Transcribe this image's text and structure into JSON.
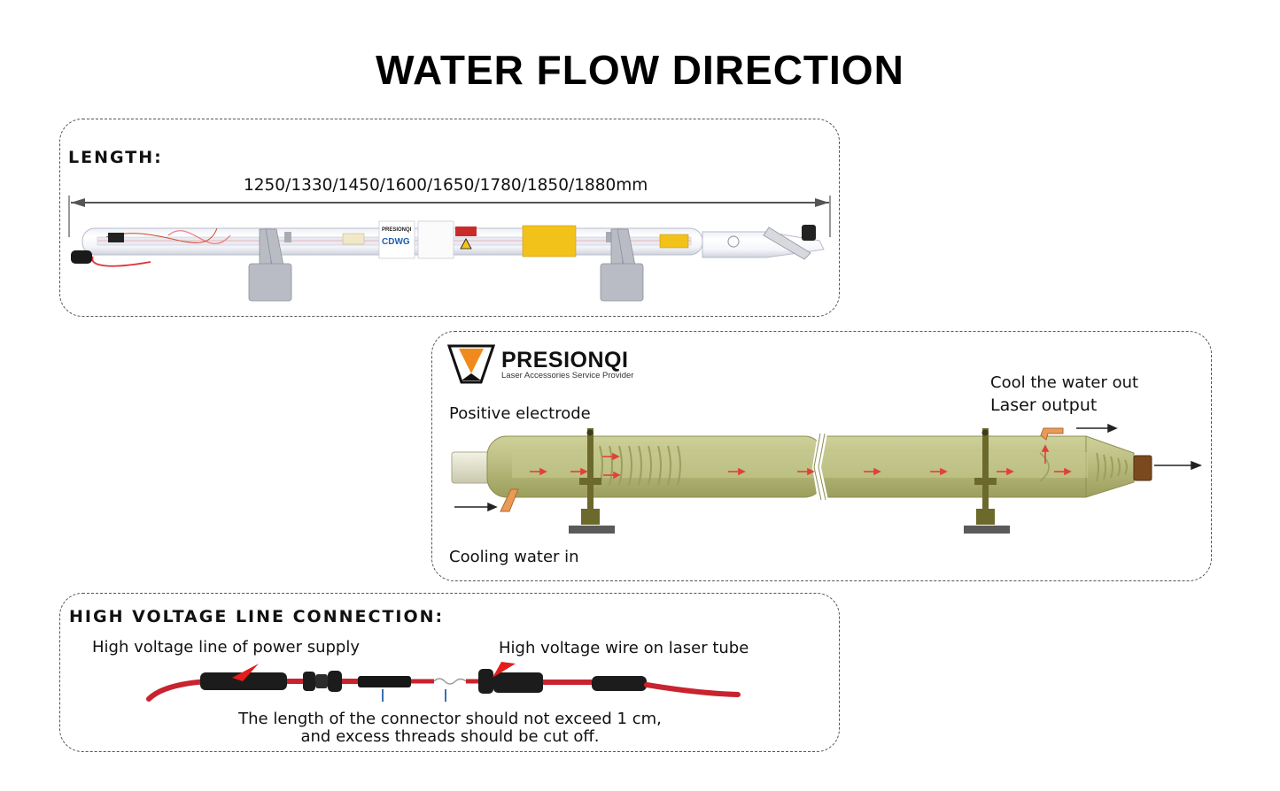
{
  "title": "WATER FLOW DIRECTION",
  "length_section": {
    "heading": "LENGTH:",
    "sizes": "1250/1330/1450/1600/1650/1780/1850/1880mm",
    "tube_brand_label": "PRESIONQI",
    "tube_model_label": "CDWG"
  },
  "flow_section": {
    "brand_name": "PRESIONQI",
    "brand_tagline": "Laser Accessories Service Provider",
    "positive_electrode": "Positive electrode",
    "cool_water_out": "Cool the water out",
    "laser_output": "Laser output",
    "cooling_water_in": "Cooling water in"
  },
  "hv_section": {
    "heading": "HIGH VOLTAGE LINE CONNECTION:",
    "power_supply_line": "High voltage line of power supply",
    "tube_wire": "High voltage wire on laser tube",
    "note_line1": "The length of the connector should not exceed 1 cm,",
    "note_line2": "and excess threads should be cut off."
  },
  "colors": {
    "tube_green": "#b9bb7c",
    "support_green": "#6b6a2c",
    "flow_arrow": "#e0413a",
    "wire_red": "#c8232f",
    "brand_orange": "#f08a1c"
  }
}
